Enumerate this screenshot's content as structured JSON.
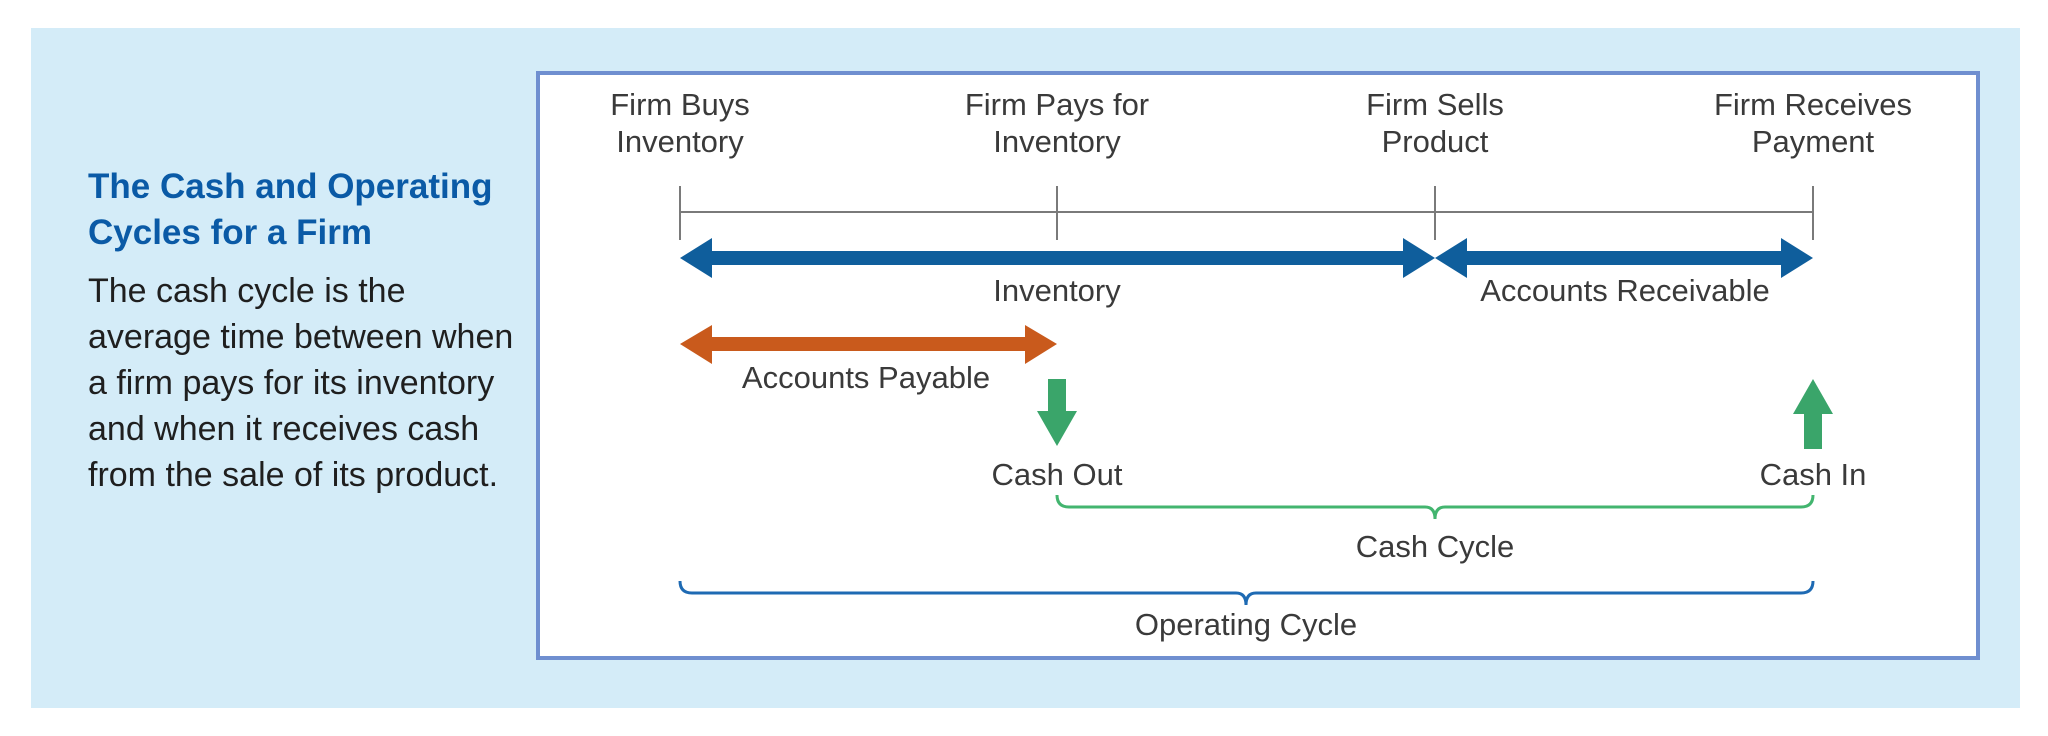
{
  "panel": {
    "title": "The Cash and Operating Cycles for a Firm",
    "body": "The cash cycle is the average time between when a firm pays for its inventory and when it receives cash from the sale of its product."
  },
  "diagram": {
    "events": [
      {
        "line1": "Firm Buys",
        "line2": "Inventory"
      },
      {
        "line1": "Firm Pays for",
        "line2": "Inventory"
      },
      {
        "line1": "Firm Sells",
        "line2": "Product"
      },
      {
        "line1": "Firm Receives",
        "line2": "Payment"
      }
    ],
    "inventory_label": "Inventory",
    "receivable_label": "Accounts Receivable",
    "payable_label": "Accounts Payable",
    "cash_out_label": "Cash Out",
    "cash_in_label": "Cash In",
    "cash_cycle_label": "Cash Cycle",
    "operating_cycle_label": "Operating Cycle",
    "colors": {
      "inventory_arrow": "#0f5e9c",
      "payable_arrow": "#c95a1c",
      "cash_arrow": "#3aa56a",
      "cash_cycle_brace": "#43b56f",
      "operating_cycle_brace": "#1e6ab3",
      "title": "#0a5aa6",
      "panel_bg": "#d4ecf8",
      "frame": "#6f8fd0"
    }
  }
}
